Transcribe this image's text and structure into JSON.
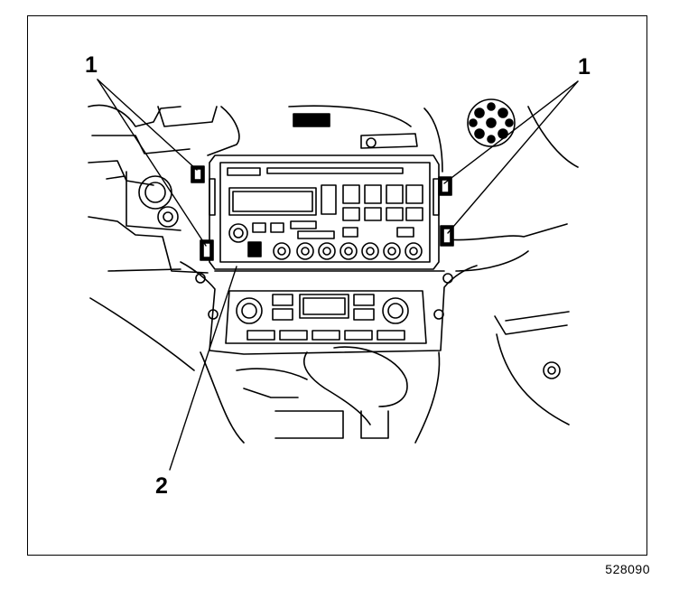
{
  "diagram": {
    "callouts": [
      {
        "id": "left-1",
        "label": "1"
      },
      {
        "id": "right-1",
        "label": "1"
      },
      {
        "id": "bottom-2",
        "label": "2"
      }
    ],
    "figure_number": "528090"
  }
}
